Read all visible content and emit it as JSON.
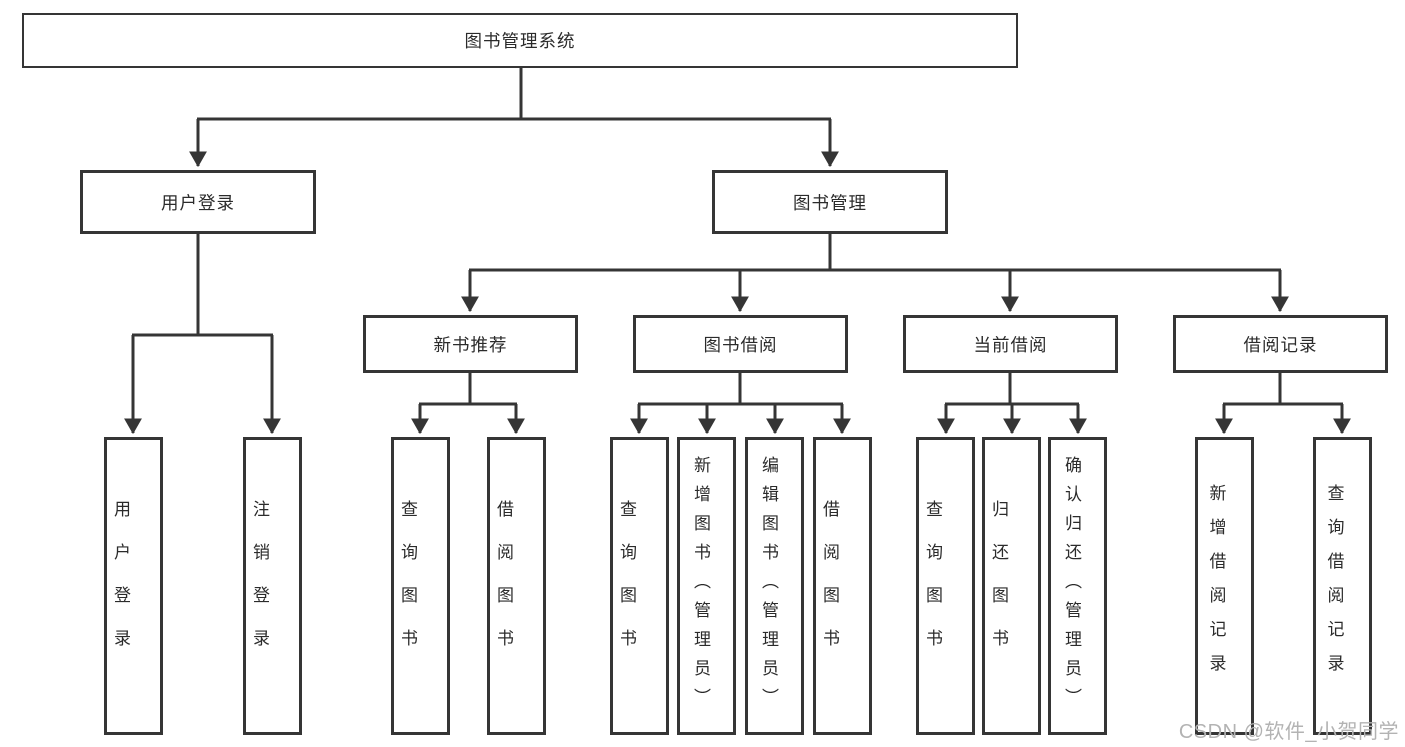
{
  "colors": {
    "line": "#353535",
    "text": "#2b2b2b",
    "background": "#ffffff",
    "watermark": "#b3b3b3"
  },
  "tree": {
    "root": {
      "label": "图书管理系统"
    },
    "level2": [
      {
        "label": "用户登录"
      },
      {
        "label": "图书管理"
      }
    ],
    "level3": [
      {
        "label": "新书推荐"
      },
      {
        "label": "图书借阅"
      },
      {
        "label": "当前借阅"
      },
      {
        "label": "借阅记录"
      }
    ],
    "leaves": {
      "user_login_group": [
        "用户登录",
        "注销登录"
      ],
      "new_book_group": [
        "查询图书",
        "借阅图书"
      ],
      "book_borrow_group": [
        "查询图书",
        "新增图书（管理员）",
        "编辑图书（管理员）",
        "借阅图书"
      ],
      "current_borrow_group": [
        "查询图书",
        "归还图书",
        "确认归还（管理员）"
      ],
      "borrow_record_group": [
        "新增借阅记录",
        "查询借阅记录"
      ]
    }
  },
  "watermark": {
    "text": "CSDN @软件_小贺同学"
  }
}
